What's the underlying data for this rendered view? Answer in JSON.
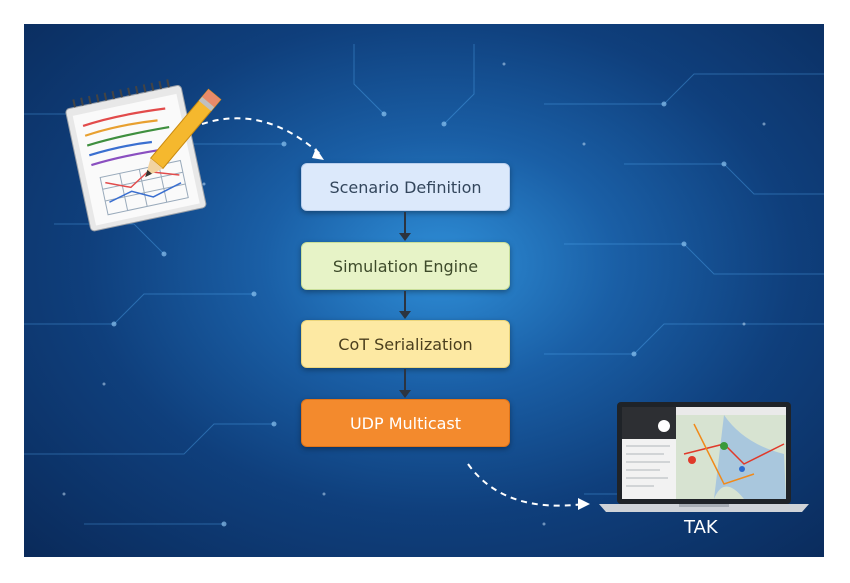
{
  "diagram": {
    "steps": [
      {
        "label": "Scenario Definition"
      },
      {
        "label": "Simulation Engine"
      },
      {
        "label": "CoT Serialization"
      },
      {
        "label": "UDP Multicast"
      }
    ],
    "target_label": "TAK"
  },
  "icons": {
    "notepad": "notepad-with-pencil-icon",
    "laptop": "laptop-map-icon"
  },
  "colors": {
    "background": "#1a5fa6",
    "step1": "#dce9fb",
    "step2": "#e7f3c7",
    "step3": "#fde9a3",
    "step4": "#f38a2d"
  }
}
